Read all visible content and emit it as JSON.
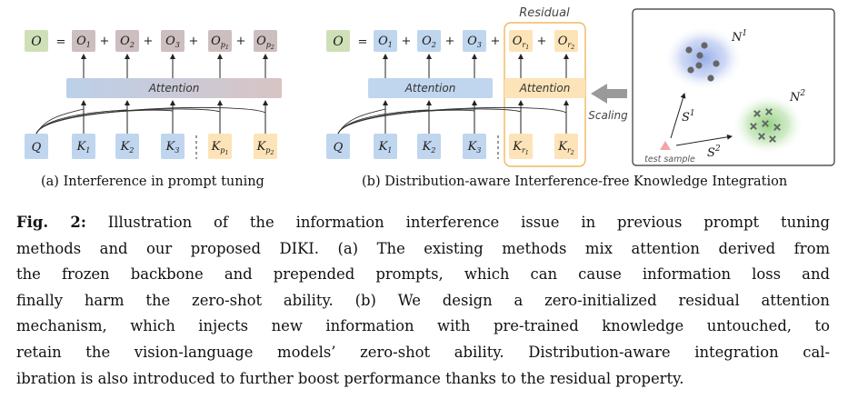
{
  "panel_a": {
    "caption": "(a) Interference in prompt tuning",
    "output": {
      "label": "O",
      "color": "#cfe0b8"
    },
    "outputs": [
      {
        "base": "O",
        "sub": "1"
      },
      {
        "base": "O",
        "sub": "2"
      },
      {
        "base": "O",
        "sub": "3"
      },
      {
        "base": "O",
        "sub": "p",
        "subsub": "1"
      },
      {
        "base": "O",
        "sub": "p",
        "subsub": "2"
      }
    ],
    "output_color": "#cdbfbf",
    "attention_label": "Attention",
    "query": {
      "label": "Q"
    },
    "keys": [
      {
        "base": "K",
        "sub": "1",
        "prompt": false
      },
      {
        "base": "K",
        "sub": "2",
        "prompt": false
      },
      {
        "base": "K",
        "sub": "3",
        "prompt": false
      },
      {
        "base": "K",
        "sub": "p",
        "subsub": "1",
        "prompt": true
      },
      {
        "base": "K",
        "sub": "p",
        "subsub": "2",
        "prompt": true
      }
    ]
  },
  "panel_b": {
    "caption": "(b) Distribution-aware Interference-free Knowledge Integration",
    "residual_label": "Residual",
    "output": {
      "label": "O"
    },
    "outputs": [
      {
        "base": "O",
        "sub": "1"
      },
      {
        "base": "O",
        "sub": "2"
      },
      {
        "base": "O",
        "sub": "3"
      },
      {
        "base": "O",
        "sub": "r",
        "subsub": "1"
      },
      {
        "base": "O",
        "sub": "r",
        "subsub": "2"
      }
    ],
    "attention_label": "Attention",
    "residual_attention_label": "Attention",
    "query": {
      "label": "Q"
    },
    "keys": [
      {
        "base": "K",
        "sub": "1",
        "prompt": false
      },
      {
        "base": "K",
        "sub": "2",
        "prompt": false
      },
      {
        "base": "K",
        "sub": "3",
        "prompt": false
      },
      {
        "base": "K",
        "sub": "r",
        "subsub": "1",
        "prompt": true
      },
      {
        "base": "K",
        "sub": "r",
        "subsub": "2",
        "prompt": true
      }
    ],
    "scaling_label": "Scaling"
  },
  "panel_c": {
    "cluster1_label": "N",
    "cluster1_sup": "1",
    "cluster2_label": "N",
    "cluster2_sup": "2",
    "s1_label": "S",
    "s1_sup": "1",
    "s2_label": "S",
    "s2_sup": "2",
    "test_label": "test sample"
  },
  "colors": {
    "blue": "#c0d6ee",
    "orange": "#fde3b8",
    "green": "#cfe0b8",
    "mauve": "#cdbfbf",
    "residual_border": "#f0b862",
    "arrow": "#9a9a9a"
  },
  "caption": {
    "label": "Fig. 2:",
    "lines": [
      "Illustration of the information interference issue in previous prompt tuning",
      "methods and our proposed DIKI. (a) The existing methods mix attention derived from",
      "the frozen backbone and prepended prompts, which can cause information loss and",
      "finally harm the zero-shot ability. (b) We design a zero-initialized residual attention",
      "mechanism, which injects new information with pre-trained knowledge untouched, to",
      "retain the vision-language models’ zero-shot ability. Distribution-aware integration cal-",
      "ibration is also introduced to further boost performance thanks to the residual property."
    ]
  }
}
